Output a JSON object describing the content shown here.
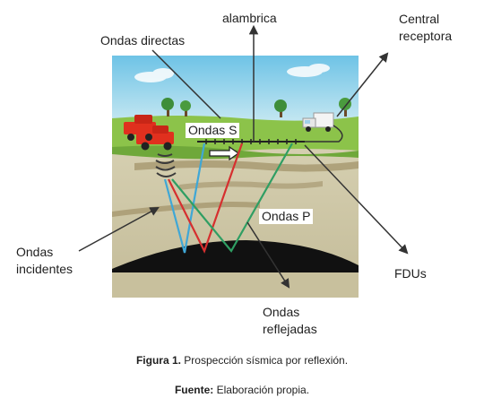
{
  "labels": {
    "alambrica": "alambrica",
    "central_line1": "Central",
    "central_line2": "receptora",
    "ondas_directas": "Ondas directas",
    "ondas_s": "Ondas S",
    "ondas_p": "Ondas P",
    "incidentes_line1": "Ondas",
    "incidentes_line2": "incidentes",
    "fdus": "FDUs",
    "reflejadas_line1": "Ondas",
    "reflejadas_line2": "reflejadas"
  },
  "caption": {
    "figure_bold": "Figura 1.",
    "figure_text": " Prospección sísmica por reflexión.",
    "source_bold": "Fuente:",
    "source_text": " Elaboración propia."
  },
  "colors": {
    "sky": "#a9d8ea",
    "grass": "#8cc34a",
    "soil": "#cdc7a8",
    "layer": "#a89a72",
    "reflector": "#111111",
    "ray_red": "#d62f2f",
    "ray_blue": "#3fa7d6",
    "ray_green": "#2f9e63",
    "truck": "#e0301e"
  }
}
